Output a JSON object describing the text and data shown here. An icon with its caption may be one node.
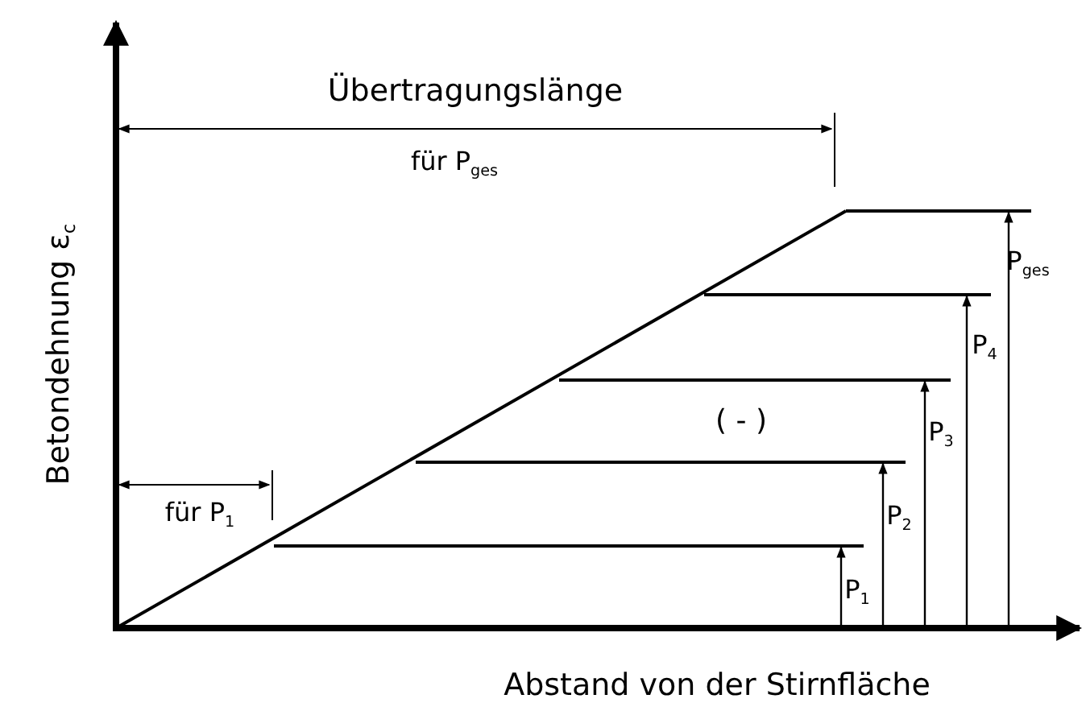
{
  "diagram": {
    "labels": [
      "Übertragungslänge",
      "für P$_{ges}$",
      "Betondehnung ε$_{c}$",
      "P$_{ges}$",
      "P$_{4}$",
      "( - )",
      "P$_{3}$",
      "für P$_{1}$",
      "P$_{2}$",
      "P$_{1}$",
      "Abstand von der Stirnfläche"
    ]
  }
}
